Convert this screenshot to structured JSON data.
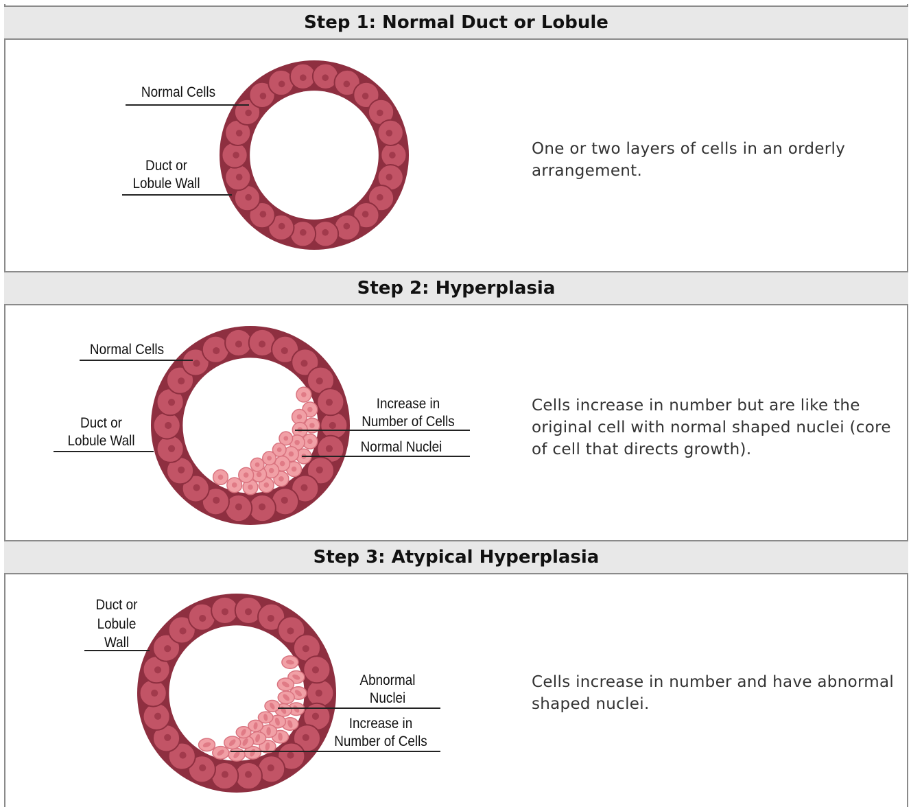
{
  "steps": [
    {
      "title": "Step 1: Normal Duct or Lobule",
      "description": "One or two layers of cells in an orderly arrangement.",
      "labels": {
        "normal_cells": "Normal Cells",
        "wall_line1": "Duct or",
        "wall_line2": "Lobule Wall"
      }
    },
    {
      "title": "Step 2: Hyperplasia",
      "description": "Cells increase in number but are like the original cell with normal shaped nuclei (core of cell that directs growth).",
      "labels": {
        "normal_cells": "Normal Cells",
        "wall_line1": "Duct or",
        "wall_line2": "Lobule Wall",
        "increase_line1": "Increase in",
        "increase_line2": "Number of Cells",
        "normal_nuclei": "Normal Nuclei"
      }
    },
    {
      "title": "Step 3: Atypical Hyperplasia",
      "description": "Cells increase in number and have abnormal shaped nuclei.",
      "labels": {
        "wall_line1": "Duct or",
        "wall_line2": "Lobule",
        "wall_line3": "Wall",
        "abnormal_line1": "Abnormal",
        "abnormal_line2": "Nuclei",
        "increase_line1": "Increase in",
        "increase_line2": "Number of Cells"
      }
    }
  ],
  "colors": {
    "wall_dark": "#8e2f40",
    "wall_cell": "#c25466",
    "wall_nucleus": "#a23a4c",
    "growth_cell": "#f1a0a6",
    "growth_nucleus": "#e07b86"
  }
}
